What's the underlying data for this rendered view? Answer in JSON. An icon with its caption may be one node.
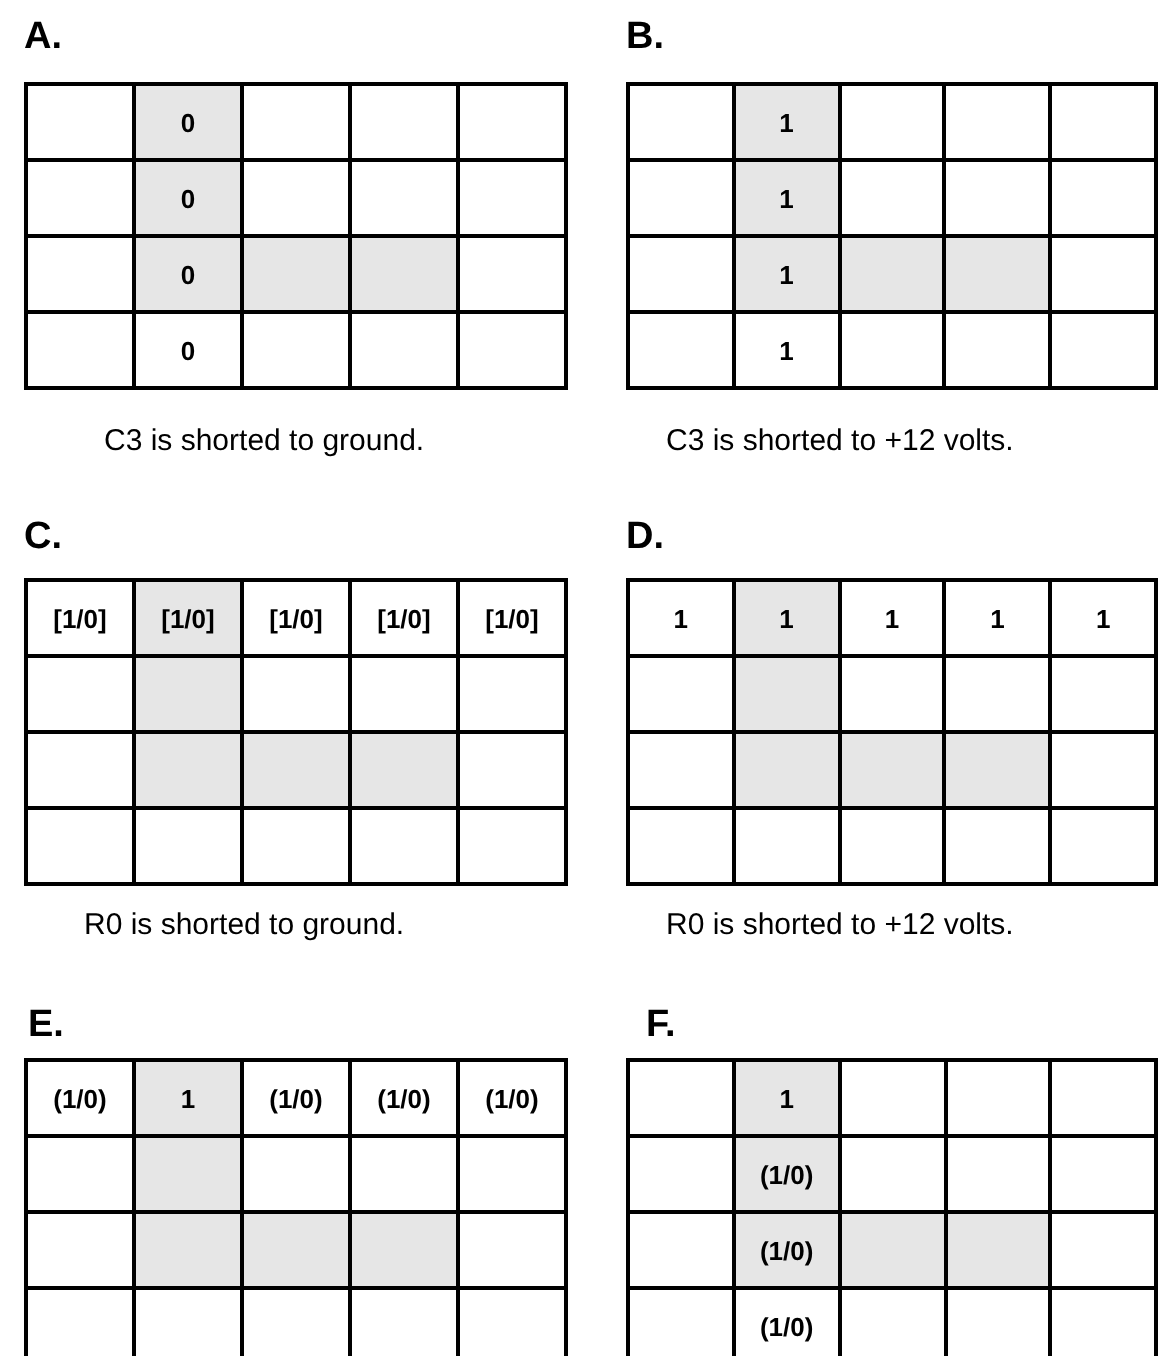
{
  "diagram": {
    "labels": [
      "A.",
      "0",
      "0",
      "0",
      "0",
      "C3 is shorted to ground.",
      "B.",
      "1",
      "1",
      "1",
      "1",
      "C3 is shorted to +12 volts.",
      "C.",
      "[1/0]",
      "[1/0]",
      "[1/0]",
      "[1/0]",
      "[1/0]",
      "R0 is shorted to ground.",
      "D.",
      "1",
      "1",
      "1",
      "1",
      "1",
      "R0 is shorted to +12 volts.",
      "E.",
      "(1/0)",
      "1",
      "(1/0)",
      "(1/0)",
      "(1/0)",
      "F.",
      "1",
      "(1/0)",
      "(1/0)",
      "(1/0)"
    ]
  }
}
